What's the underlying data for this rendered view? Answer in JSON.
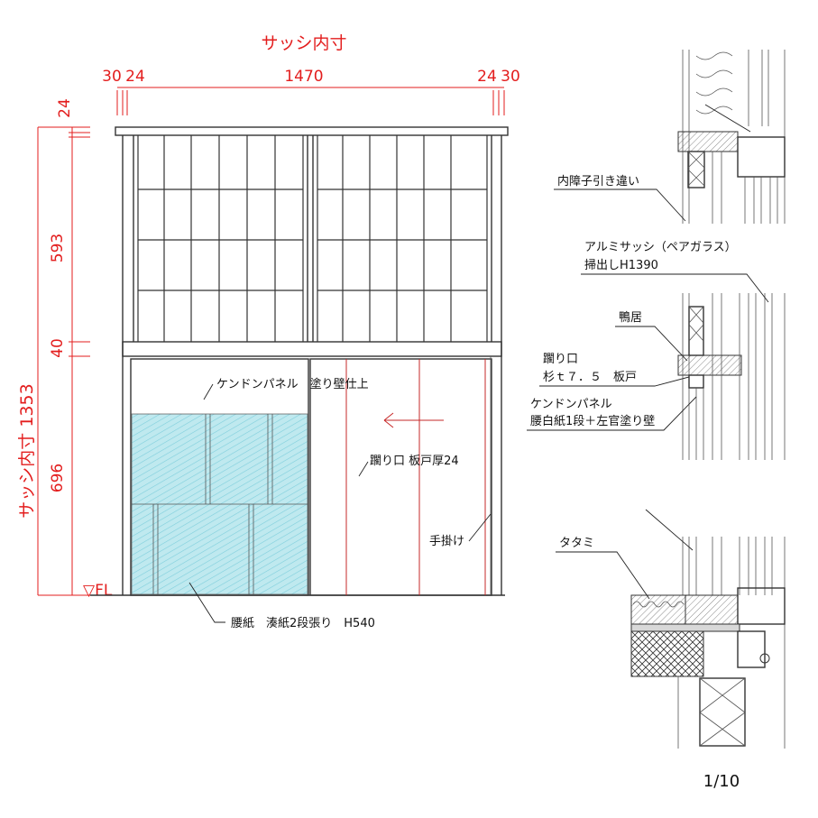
{
  "colors": {
    "dimension": "#e31d1d",
    "koshigami_fill": "#bfe9ef",
    "line": "#333333"
  },
  "dimensions": {
    "sash_width_title": "サッシ内寸",
    "w_left_30": "30",
    "w_left_24": "24",
    "w_center": "1470",
    "w_right_24": "24",
    "w_right_30": "30",
    "h_top_24": "24",
    "h_upper": "593",
    "h_rail": "40",
    "h_lower": "696",
    "sash_height_label": "サッシ内寸 1353",
    "floor_level": "▽FL"
  },
  "elevation_labels": {
    "kendon_panel": "ケンドンパネル　塗り壁仕上",
    "nijiriguchi": "躙り口 板戸厚24",
    "tekake": "手掛け",
    "koshigami": "腰紙　湊紙2段張り　H540"
  },
  "section_labels": {
    "uchi_shoji": "内障子引き違い",
    "alumi_sash_1": "アルミサッシ（ペアガラス）",
    "alumi_sash_2": "掃出しH1390",
    "kamoi": "鴨居",
    "niji_1": "躙り口",
    "niji_2": "杉ｔ７．５　板戸",
    "kendon_1": "ケンドンパネル",
    "kendon_2": "腰白紙1段＋左官塗り壁",
    "tatami": "タタミ"
  },
  "scale": "1/10"
}
